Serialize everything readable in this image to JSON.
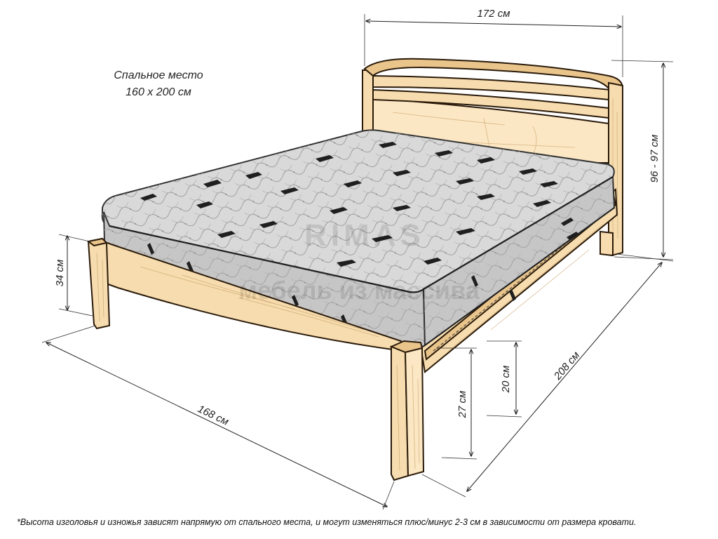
{
  "diagram": {
    "caption": {
      "line1": "Спальное место",
      "line2": "160 х 200 см"
    },
    "dimensions": {
      "width_total": "172 см",
      "height_head": "96 - 97 см",
      "height_foot": "34 см",
      "width_foot": "168 см",
      "length_total": "208 см",
      "height_frame": "27 см",
      "height_side": "20 см"
    },
    "watermark": {
      "line1": "RIMAS",
      "line2": "мебель из массива"
    },
    "footnote": "*Высота изголовья и изножья зависят напрямую от спального места, и могут изменяться плюс/минус 2-3 см в зависимости от размера кровати."
  }
}
